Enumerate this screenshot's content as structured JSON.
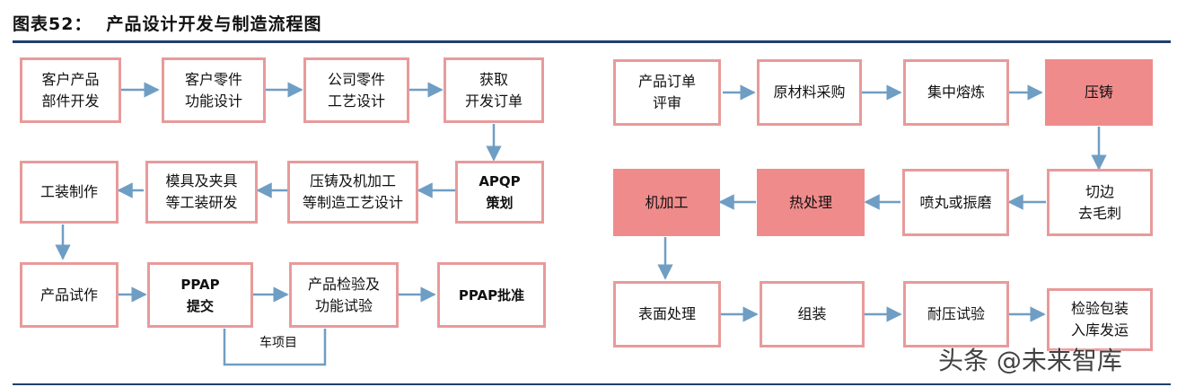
{
  "figure": {
    "title": "图表52：",
    "subtitle": "产品设计开发与制造流程图"
  },
  "left_flow": {
    "row1": [
      "客户产品\n部件开发",
      "客户零件\n功能设计",
      "公司零件\n工艺设计",
      "获取\n开发订单"
    ],
    "row2": [
      "工装制作",
      "模具及夹具\n等工装研发",
      "压铸及机加工\n等制造工艺设计",
      "APQP\n策划"
    ],
    "row3": [
      "产品试作",
      "PPAP\n提交",
      "产品检验及\n功能试验",
      "PPAP批准"
    ],
    "loop_label": "车项目"
  },
  "right_flow": {
    "row1": [
      "产品订单\n评审",
      "原材料采购",
      "集中熔炼",
      "压铸"
    ],
    "row2": [
      "机加工",
      "热处理",
      "喷丸或振磨",
      "切边\n去毛刺"
    ],
    "row3": [
      "表面处理",
      "组装",
      "耐压试验",
      "检验包装\n入库发运"
    ],
    "highlighted": [
      "压铸",
      "热处理",
      "机加工"
    ]
  },
  "watermark": "头条 @未来智库",
  "colors": {
    "box_border": "#e89a9a",
    "box_fill_highlight": "#f08b8b",
    "arrow": "#6f9ec4",
    "rule": "#1f3f6e"
  }
}
